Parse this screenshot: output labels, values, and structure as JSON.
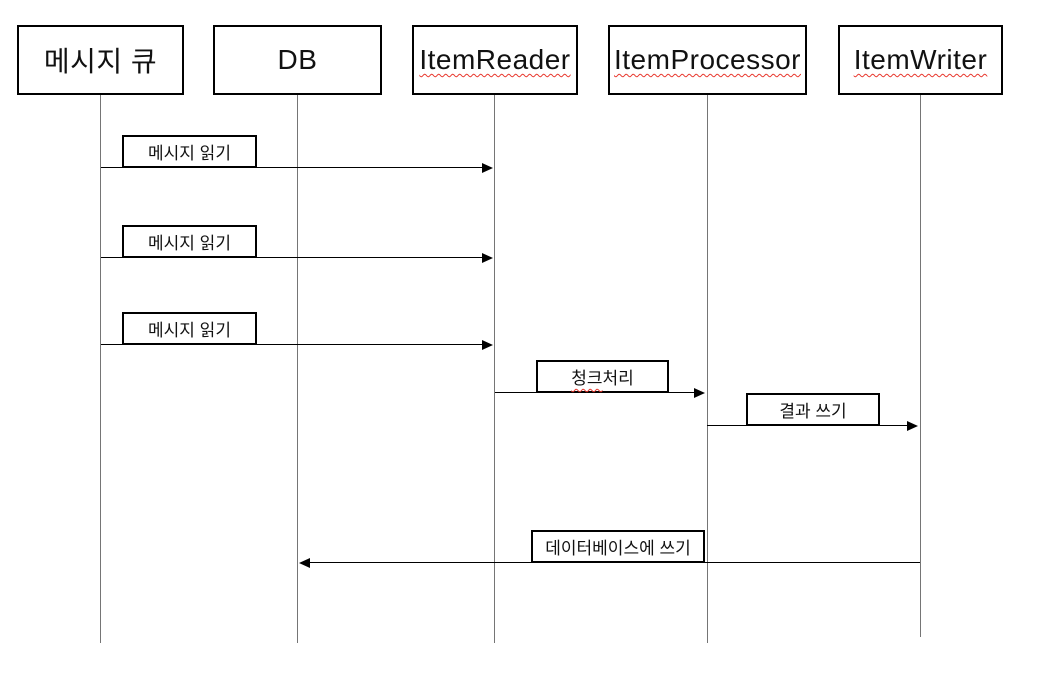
{
  "diagram": {
    "type": "sequence",
    "participants": [
      {
        "id": "message-queue",
        "label": "메시지 큐"
      },
      {
        "id": "db",
        "label": "DB"
      },
      {
        "id": "item-reader",
        "label": "ItemReader",
        "spellcheck_underline": true
      },
      {
        "id": "item-processor",
        "label": "ItemProcessor",
        "spellcheck_underline": true
      },
      {
        "id": "item-writer",
        "label": "ItemWriter",
        "spellcheck_underline": true
      }
    ],
    "messages": [
      {
        "index": 1,
        "label": "메시지 읽기",
        "from": "message-queue",
        "to": "item-reader",
        "direction": "right"
      },
      {
        "index": 2,
        "label": "메시지 읽기",
        "from": "message-queue",
        "to": "item-reader",
        "direction": "right"
      },
      {
        "index": 3,
        "label": "메시지 읽기",
        "from": "message-queue",
        "to": "item-reader",
        "direction": "right"
      },
      {
        "index": 4,
        "label": "청크 처리",
        "label_misspelled_part": "청크",
        "label_rest_part": " 처리",
        "from": "item-reader",
        "to": "item-processor",
        "direction": "right"
      },
      {
        "index": 5,
        "label": "결과 쓰기",
        "from": "item-processor",
        "to": "item-writer",
        "direction": "right"
      },
      {
        "index": 6,
        "label": "데이터베이스에 쓰기",
        "from": "item-writer",
        "to": "db",
        "direction": "left"
      }
    ],
    "colors": {
      "shape_border": "#000000",
      "lifeline": "#757575",
      "spellcheck_underline": "#e8362c",
      "background": "#ffffff"
    }
  }
}
